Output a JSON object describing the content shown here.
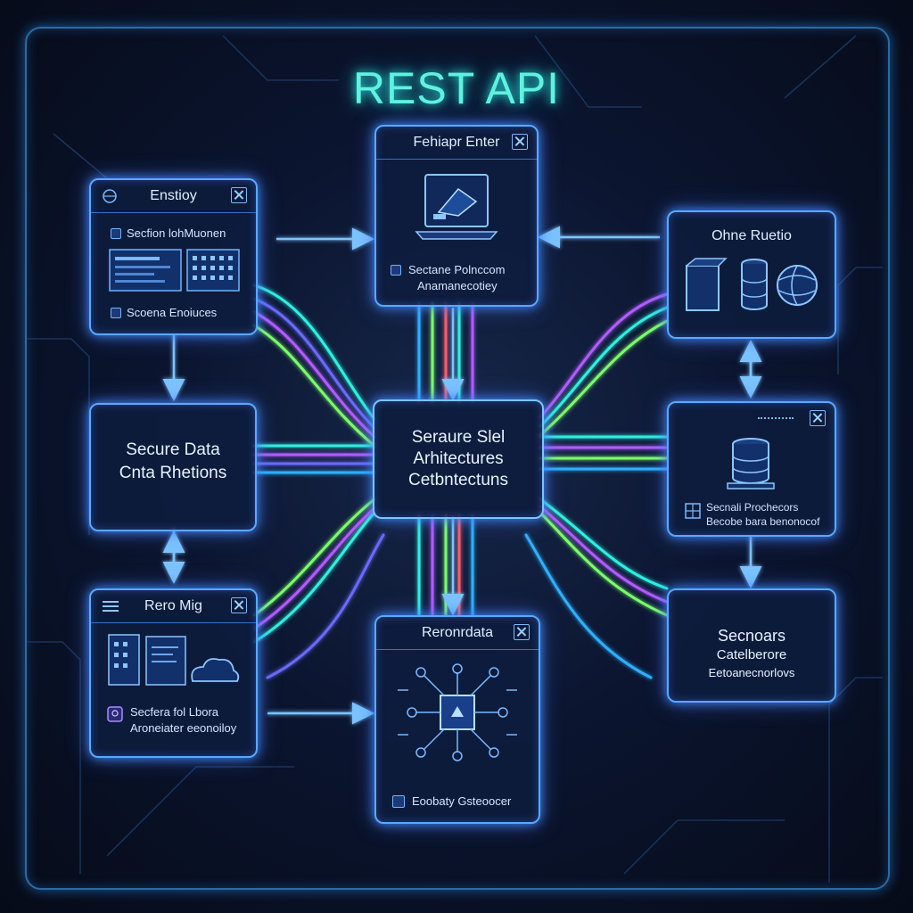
{
  "title": "REST API",
  "colors": {
    "accent": "#5ff2e0",
    "panel_border": "#5aa9ff",
    "background": "#070d1c"
  },
  "panels": {
    "top_left": {
      "title": "Enstioy",
      "line1": "Secfion lohMuonen",
      "line2": "Scoena Enoiuces"
    },
    "top_center": {
      "title": "Fehiapr Enter",
      "line1": "Sectane Polnccom",
      "line2": "Anamanecotiey"
    },
    "top_right": {
      "title": "Ohne Ruetio"
    },
    "mid_left": {
      "line1": "Secure Data",
      "line2": "Cnta Rhetions"
    },
    "center": {
      "line1": "Seraure Slel",
      "line2": "Arhitectures",
      "line3": "Cetbntectuns"
    },
    "mid_right": {
      "line1": "Secnali Prochecors",
      "line2": "Becobe bara benonocof"
    },
    "bottom_left": {
      "title": "Rero Mig",
      "line1": "Secfera fol Lbora",
      "line2": "Aroneiater eeonoiloy"
    },
    "bottom_center": {
      "title": "Reronrdata",
      "line1": "Eoobaty Gsteoocer"
    },
    "bottom_right": {
      "line1": "Secnoars",
      "line2": "Catelberore",
      "line3": "Eetoanecnorlovs"
    }
  },
  "icons": [
    "globe-icon",
    "close-icon",
    "laptop-icon",
    "server-icon",
    "database-icon",
    "sphere-icon",
    "cloud-icon",
    "circuit-icon",
    "grid-icon",
    "menu-icon"
  ]
}
